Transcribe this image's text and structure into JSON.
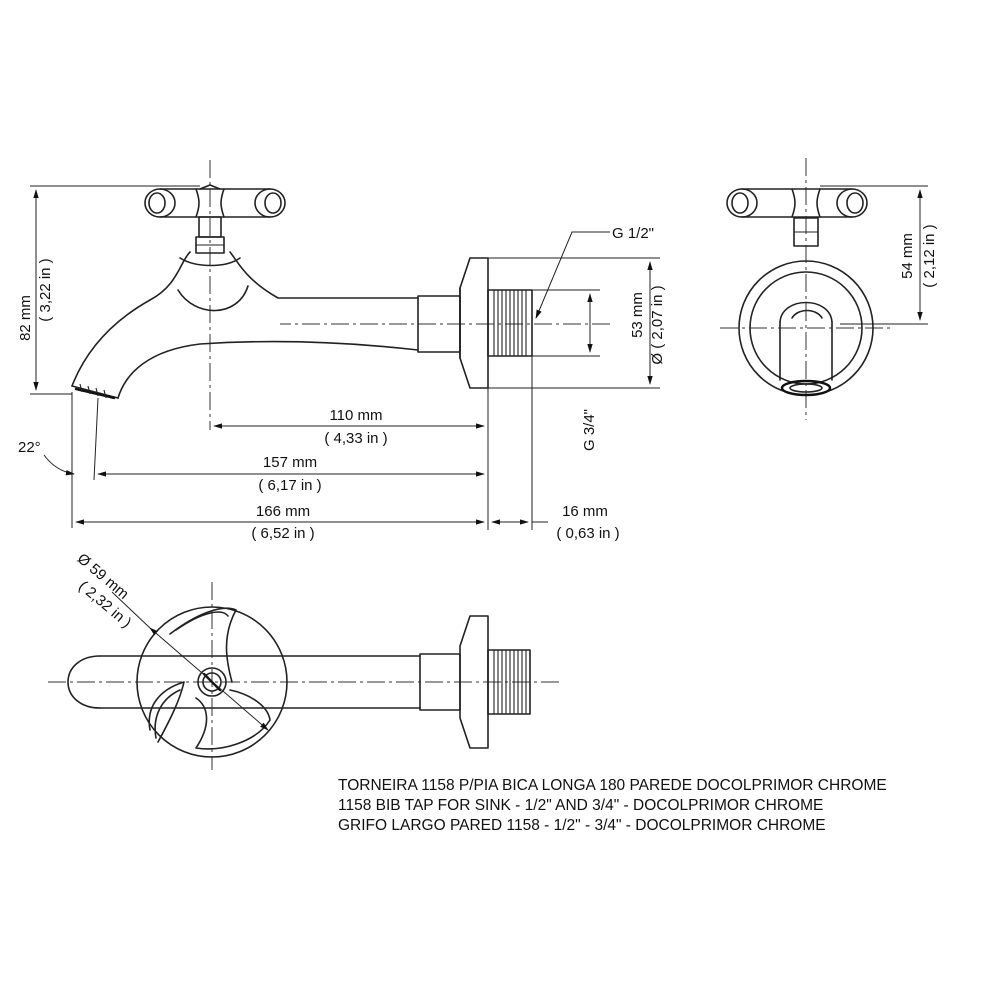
{
  "dimensions": {
    "height_mm": "82 mm",
    "height_in": "( 3,22 in )",
    "thread_label": "G 1/2\"",
    "flange_mm": "53 mm",
    "flange_in": "Ø ( 2,07 in )",
    "thread_34": "G 3/4\"",
    "reach_110_mm": "110 mm",
    "reach_110_in": "( 4,33 in )",
    "reach_157_mm": "157 mm",
    "reach_157_in": "( 6,17 in )",
    "total_166_mm": "166 mm",
    "total_166_in": "( 6,52 in )",
    "thread_16_mm": "16 mm",
    "thread_16_in": "( 0,63 in )",
    "angle": "22°",
    "side_height_mm": "54 mm",
    "side_height_in": "( 2,12 in )",
    "handle_dia_mm": "Ø  59 mm",
    "handle_dia_in": "( 2,32 in )"
  },
  "caption": {
    "line1": "TORNEIRA 1158 P/PIA BICA LONGA 180 PAREDE  DOCOLPRIMOR CHROME",
    "line2": "1158 BIB TAP FOR SINK - 1/2\" AND 3/4\" - DOCOLPRIMOR CHROME",
    "line3": "GRIFO LARGO PARED 1158 - 1/2\" - 3/4\" - DOCOLPRIMOR CHROME"
  }
}
